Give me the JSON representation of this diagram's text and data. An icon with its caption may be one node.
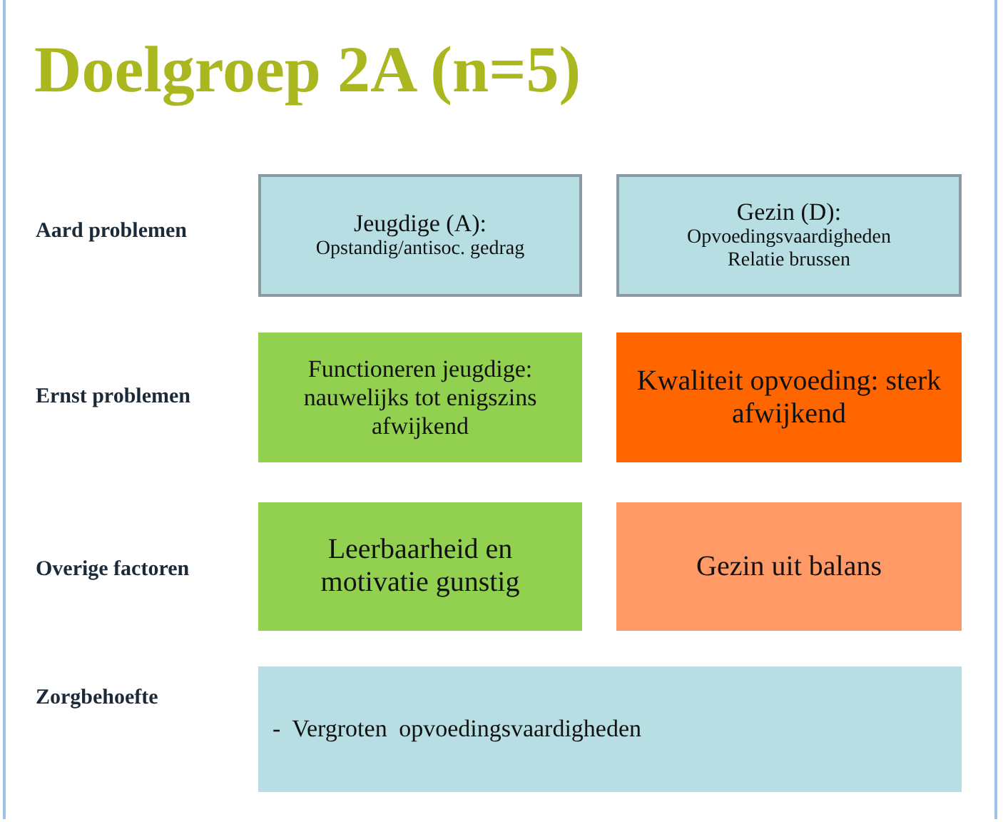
{
  "diagram": {
    "title": "Doelgroep 2A (n=5)",
    "nodes": [
      {
        "text": [
          "Jeugdige (A):",
          "Opstandig/antisoc. gedrag"
        ]
      },
      {
        "text": [
          "Gezin (D):",
          "Opvoedingsvaardigheden",
          "Relatie brussen"
        ]
      },
      {
        "text": [
          "Functioneren jeugdige: nauwelijks tot enigszins afwijkend"
        ]
      },
      {
        "text": [
          "Kwaliteit opvoeding: sterk afwijkend"
        ]
      },
      {
        "text": [
          "Leerbaarheid en motivatie gunstig"
        ]
      },
      {
        "text": [
          "Gezin uit balans"
        ]
      },
      {
        "text": [
          "- Vergroten opvoedingsvaardigheden"
        ]
      }
    ],
    "edges": [],
    "labels": [
      "Aard problemen",
      "Ernst problemen",
      "Overige factoren",
      "Zorgbehoefte"
    ]
  }
}
